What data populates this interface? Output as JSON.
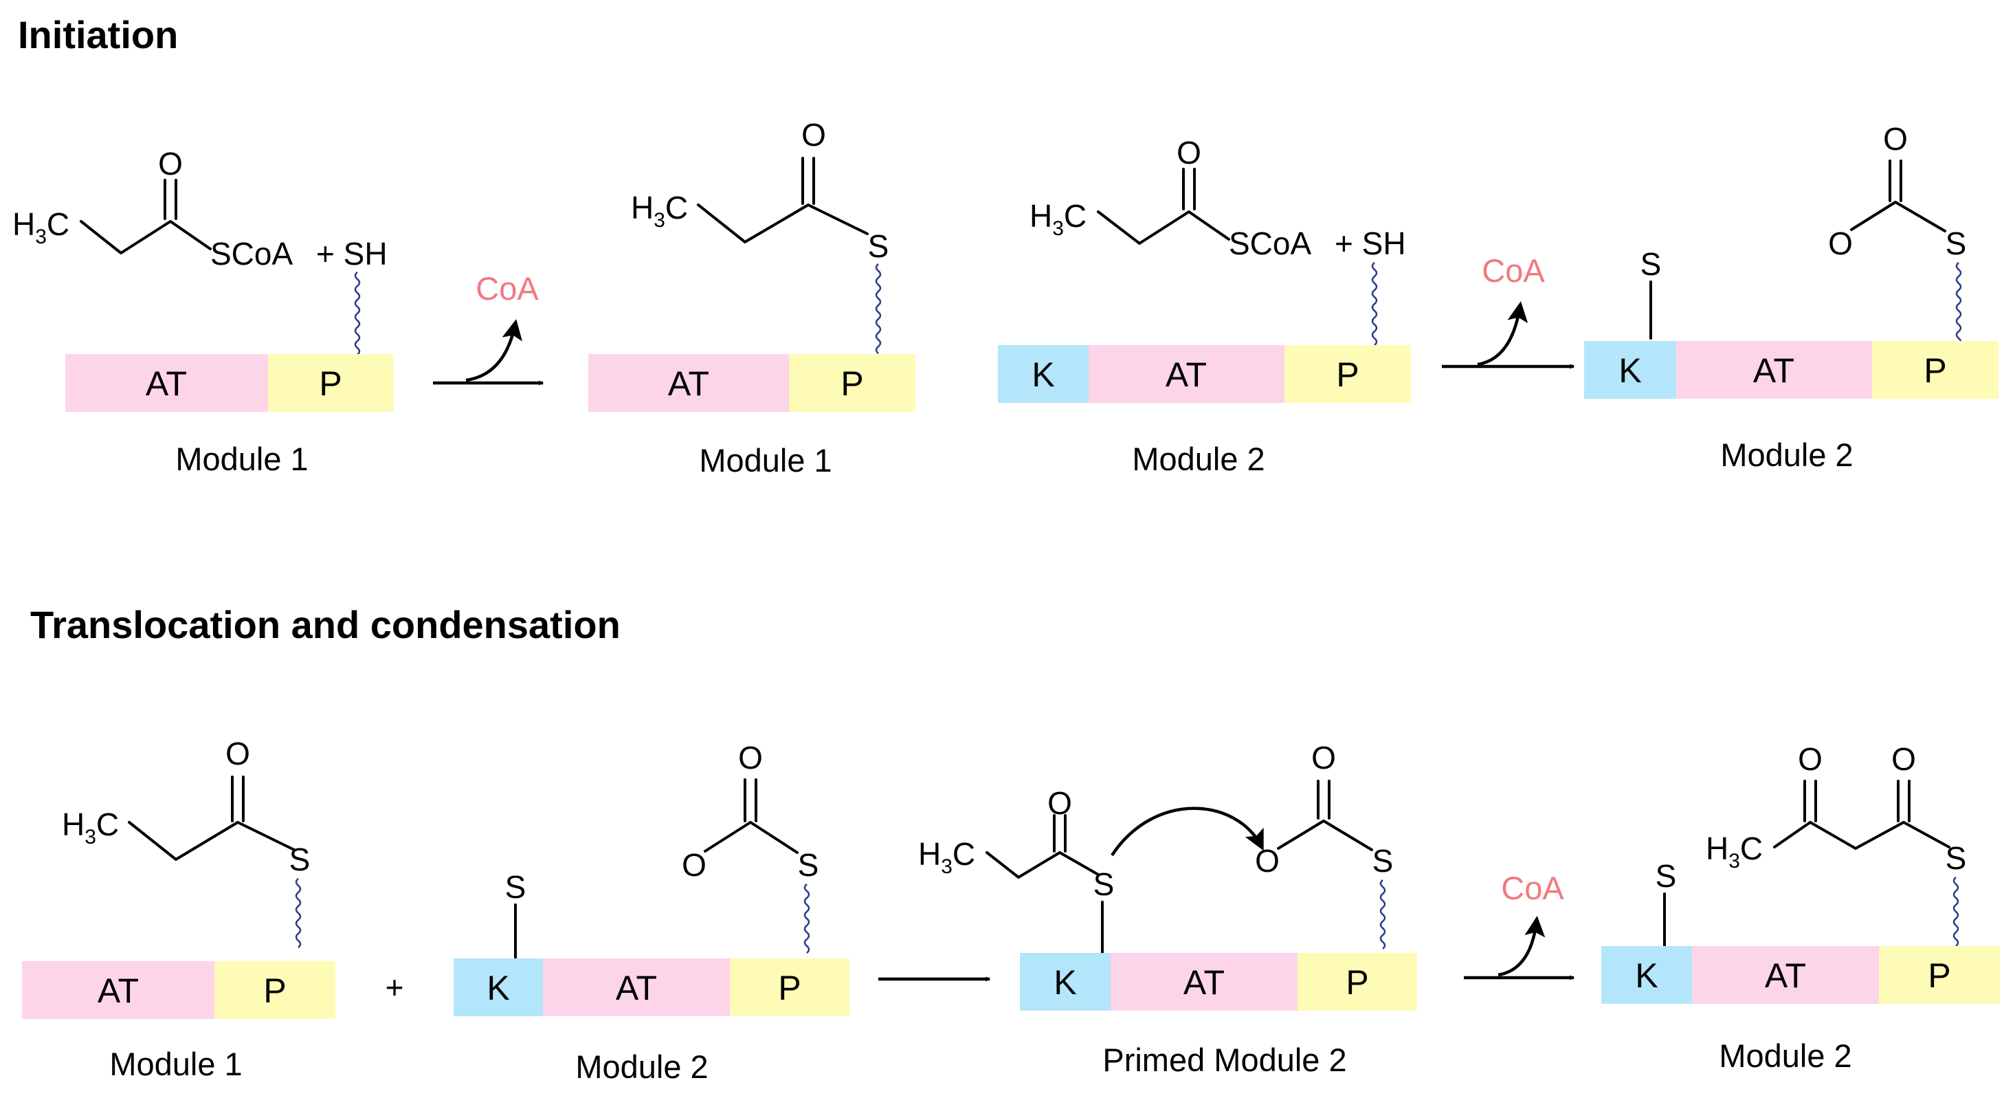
{
  "sections": {
    "initiation": "Initiation",
    "translocation": "Translocation and condensation"
  },
  "domains": {
    "AT": "AT",
    "P": "P",
    "K": "K"
  },
  "modules": {
    "m1": "Module 1",
    "m2": "Module 2",
    "primed": "Primed Module 2"
  },
  "chem": {
    "h3c_H": "H",
    "h3c_sub": "3",
    "h3c_C": "C",
    "O": "O",
    "S": "S",
    "SCoA": "SCoA",
    "plus_SH": "+ SH",
    "plus": "+",
    "CoA": "CoA"
  },
  "colors": {
    "AT": "#fdd5e8",
    "P": "#fdfbb6",
    "K": "#b4e6fb",
    "CoA": "#f07a80",
    "tether": "#2c3a8c"
  }
}
